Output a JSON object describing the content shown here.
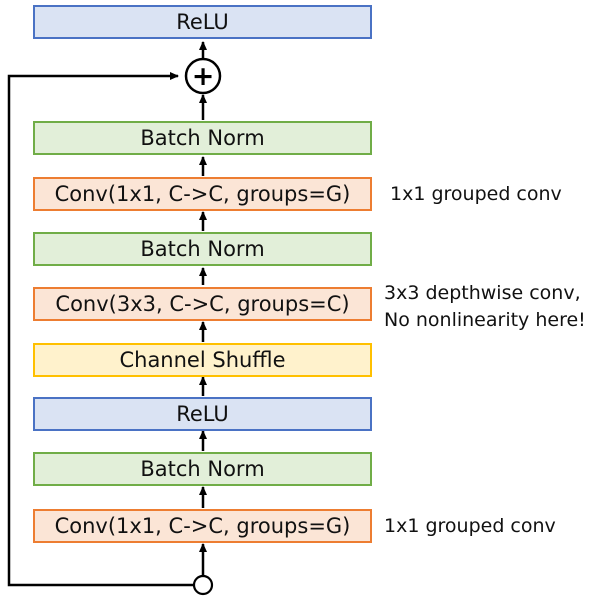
{
  "blocks": [
    {
      "kind": "relu",
      "label": "ReLU"
    },
    {
      "kind": "bn",
      "label": "Batch Norm"
    },
    {
      "kind": "conv",
      "label": "Conv(1x1, C->C, groups=G)"
    },
    {
      "kind": "bn",
      "label": "Batch Norm"
    },
    {
      "kind": "conv",
      "label": "Conv(3x3, C->C, groups=C)"
    },
    {
      "kind": "shuffle",
      "label": "Channel Shuffle"
    },
    {
      "kind": "relu",
      "label": "ReLU"
    },
    {
      "kind": "bn",
      "label": "Batch Norm"
    },
    {
      "kind": "conv",
      "label": "Conv(1x1, C->C, groups=G)"
    }
  ],
  "annotations": {
    "top_conv": "1x1 grouped conv",
    "depthwise_line1": "3x3 depthwise conv,",
    "depthwise_line2": "No nonlinearity here!",
    "bottom_conv": "1x1 grouped conv"
  },
  "add_symbol": "+",
  "colors": {
    "relu_fill": "#dae3f3",
    "relu_border": "#4a72c4",
    "bn_fill": "#e2efd9",
    "bn_border": "#70ad47",
    "conv_fill": "#fbe5d6",
    "conv_border": "#ed7d31",
    "shuffle_fill": "#fff2cc",
    "shuffle_border": "#ffc000"
  }
}
